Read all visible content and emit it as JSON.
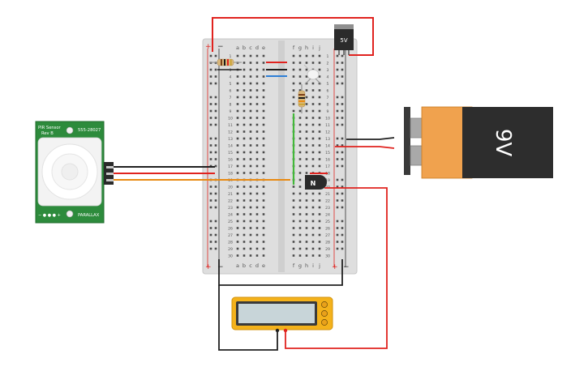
{
  "breadboard": {
    "column_letters_left": [
      "a",
      "b",
      "c",
      "d",
      "e"
    ],
    "column_letters_right": [
      "f",
      "g",
      "h",
      "i",
      "j"
    ],
    "row_numbers": [
      "1",
      "2",
      "3",
      "4",
      "5",
      "6",
      "7",
      "8",
      "9",
      "10",
      "11",
      "12",
      "13",
      "14",
      "15",
      "16",
      "17",
      "18",
      "19",
      "20",
      "21",
      "22",
      "23",
      "24",
      "25",
      "26",
      "27",
      "28",
      "29",
      "30"
    ],
    "rail_plus": "+",
    "rail_minus": "−"
  },
  "pir_sensor": {
    "title_line1": "PIR Sensor",
    "title_line2": "Rev B",
    "part_number": "555-28027",
    "brand": "PARALLAX",
    "pin_labels": "−  ●  ●  ●  +"
  },
  "regulator": {
    "label": "5V"
  },
  "battery": {
    "label": "9V"
  },
  "transistor": {
    "label": "N"
  },
  "colors": {
    "wire_red": "#e0231f",
    "wire_black": "#202020",
    "wire_blue": "#2e7fd6",
    "wire_green": "#43b83a",
    "wire_orange": "#e88a12",
    "battery_orange": "#f0a24e",
    "battery_dark": "#2d2d2d",
    "pir_green": "#2d8b3c",
    "multimeter_yellow": "#f4b21b"
  }
}
